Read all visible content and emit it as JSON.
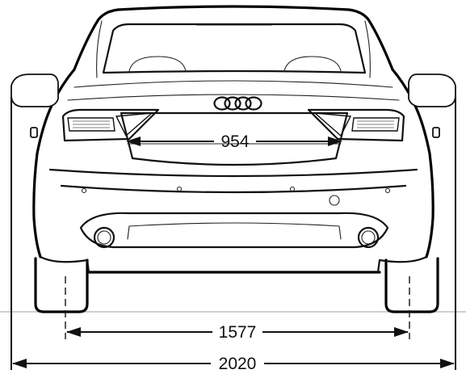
{
  "dimensions": {
    "trunk_width": "954",
    "track_width": "1577",
    "overall_width": "2020"
  }
}
